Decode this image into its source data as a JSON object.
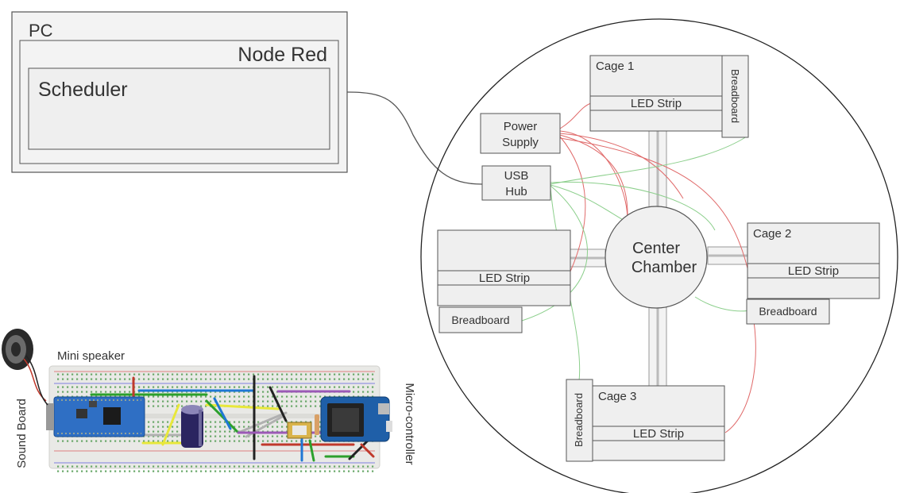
{
  "pc": {
    "title": "PC",
    "node_red": "Node Red",
    "scheduler": "Scheduler"
  },
  "hardware": {
    "power_supply": [
      "Power",
      "Supply"
    ],
    "usb_hub": [
      "USB",
      "Hub"
    ]
  },
  "arena": {
    "center": [
      "Center",
      "Chamber"
    ],
    "cage1": {
      "title": "Cage 1",
      "led": "LED Strip",
      "breadboard": "Breadboard"
    },
    "cage2": {
      "title": "Cage 2",
      "led": "LED Strip",
      "breadboard": "Breadboard"
    },
    "cage3": {
      "title": "Cage 3",
      "led": "LED Strip",
      "breadboard": "Breadboard"
    },
    "cage4": {
      "led": "LED Strip",
      "breadboard": "Breadboard"
    }
  },
  "circuit": {
    "mini_speaker": "Mini speaker",
    "sound_board": "Sound Board",
    "micro_controller": "Micro-controller"
  },
  "colors": {
    "power_wire": "#e06a6a",
    "data_wire": "#8ccf8c",
    "box_fill": "#efefef",
    "box_stroke": "#555555",
    "breadboard_fill": "#e9e9e6",
    "board_blue": "#2f6fc4",
    "esp_blue": "#1f5fa8"
  }
}
